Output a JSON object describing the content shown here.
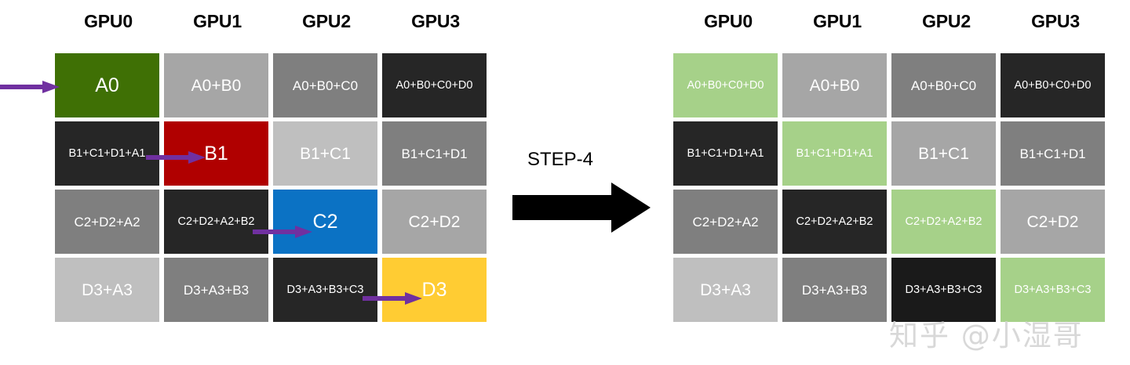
{
  "diagram": {
    "title": "Ring All-Reduce STEP-4",
    "step_label": "STEP-4",
    "watermark": "知乎 @小湿哥",
    "colors": {
      "green_source": "#3F7005",
      "red_source": "#B00000",
      "blue_source": "#0B72C4",
      "yellow_source": "#FFCC33",
      "light_green": "#A6D189",
      "gray_light": "#BFBFBF",
      "gray_mid": "#A6A6A6",
      "gray_dark": "#7F7F7F",
      "black": "#262626",
      "purple_arrow": "#7030A0",
      "black_arrow": "#000000",
      "text_white": "#FFFFFF",
      "text_black": "#000000"
    },
    "headers": [
      "GPU0",
      "GPU1",
      "GPU2",
      "GPU3"
    ]
  },
  "left_grid": {
    "name": "before-step-4",
    "headers": [
      "GPU0",
      "GPU1",
      "GPU2",
      "GPU3"
    ],
    "rows": [
      {
        "cells": [
          {
            "text": "A0",
            "bg": "#3F7005",
            "fg": "#FFFFFF",
            "size": "t-big"
          },
          {
            "text": "A0+B0",
            "bg": "#A6A6A6",
            "fg": "#FFFFFF",
            "size": "t-mid"
          },
          {
            "text": "A0+B0+C0",
            "bg": "#7F7F7F",
            "fg": "#FFFFFF",
            "size": "t-small"
          },
          {
            "text": "A0+B0+C0+D0",
            "bg": "#262626",
            "fg": "#FFFFFF",
            "size": "t-tiny"
          }
        ]
      },
      {
        "cells": [
          {
            "text": "B1+C1+D1+A1",
            "bg": "#262626",
            "fg": "#FFFFFF",
            "size": "t-tiny"
          },
          {
            "text": "B1",
            "bg": "#B00000",
            "fg": "#FFFFFF",
            "size": "t-big"
          },
          {
            "text": "B1+C1",
            "bg": "#BFBFBF",
            "fg": "#FFFFFF",
            "size": "t-mid"
          },
          {
            "text": "B1+C1+D1",
            "bg": "#7F7F7F",
            "fg": "#FFFFFF",
            "size": "t-small"
          }
        ]
      },
      {
        "cells": [
          {
            "text": "C2+D2+A2",
            "bg": "#7F7F7F",
            "fg": "#FFFFFF",
            "size": "t-small"
          },
          {
            "text": "C2+D2+A2+B2",
            "bg": "#262626",
            "fg": "#FFFFFF",
            "size": "t-tiny"
          },
          {
            "text": "C2",
            "bg": "#0B72C4",
            "fg": "#FFFFFF",
            "size": "t-big"
          },
          {
            "text": "C2+D2",
            "bg": "#A6A6A6",
            "fg": "#FFFFFF",
            "size": "t-mid"
          }
        ]
      },
      {
        "cells": [
          {
            "text": "D3+A3",
            "bg": "#BFBFBF",
            "fg": "#FFFFFF",
            "size": "t-mid"
          },
          {
            "text": "D3+A3+B3",
            "bg": "#7F7F7F",
            "fg": "#FFFFFF",
            "size": "t-small"
          },
          {
            "text": "D3+A3+B3+C3",
            "bg": "#262626",
            "fg": "#FFFFFF",
            "size": "t-tiny"
          },
          {
            "text": "D3",
            "bg": "#FFCC33",
            "fg": "#FFFFFF",
            "size": "t-big"
          }
        ]
      }
    ]
  },
  "right_grid": {
    "name": "after-step-4",
    "headers": [
      "GPU0",
      "GPU1",
      "GPU2",
      "GPU3"
    ],
    "rows": [
      {
        "cells": [
          {
            "text": "A0+B0+C0+D0",
            "bg": "#A6D189",
            "fg": "#FFFFFF",
            "size": "t-tiny"
          },
          {
            "text": "A0+B0",
            "bg": "#A6A6A6",
            "fg": "#FFFFFF",
            "size": "t-mid"
          },
          {
            "text": "A0+B0+C0",
            "bg": "#7F7F7F",
            "fg": "#FFFFFF",
            "size": "t-small"
          },
          {
            "text": "A0+B0+C0+D0",
            "bg": "#262626",
            "fg": "#FFFFFF",
            "size": "t-tiny"
          }
        ]
      },
      {
        "cells": [
          {
            "text": "B1+C1+D1+A1",
            "bg": "#262626",
            "fg": "#FFFFFF",
            "size": "t-tiny"
          },
          {
            "text": "B1+C1+D1+A1",
            "bg": "#A6D189",
            "fg": "#FFFFFF",
            "size": "t-tiny"
          },
          {
            "text": "B1+C1",
            "bg": "#A6A6A6",
            "fg": "#FFFFFF",
            "size": "t-mid"
          },
          {
            "text": "B1+C1+D1",
            "bg": "#7F7F7F",
            "fg": "#FFFFFF",
            "size": "t-small"
          }
        ]
      },
      {
        "cells": [
          {
            "text": "C2+D2+A2",
            "bg": "#7F7F7F",
            "fg": "#FFFFFF",
            "size": "t-small"
          },
          {
            "text": "C2+D2+A2+B2",
            "bg": "#262626",
            "fg": "#FFFFFF",
            "size": "t-tiny"
          },
          {
            "text": "C2+D2+A2+B2",
            "bg": "#A6D189",
            "fg": "#FFFFFF",
            "size": "t-tiny"
          },
          {
            "text": "C2+D2",
            "bg": "#A6A6A6",
            "fg": "#FFFFFF",
            "size": "t-mid"
          }
        ]
      },
      {
        "cells": [
          {
            "text": "D3+A3",
            "bg": "#BFBFBF",
            "fg": "#FFFFFF",
            "size": "t-mid"
          },
          {
            "text": "D3+A3+B3",
            "bg": "#7F7F7F",
            "fg": "#FFFFFF",
            "size": "t-small"
          },
          {
            "text": "D3+A3+B3+C3",
            "bg": "#1A1A1A",
            "fg": "#FFFFFF",
            "size": "t-tiny"
          },
          {
            "text": "D3+A3+B3+C3",
            "bg": "#A6D189",
            "fg": "#FFFFFF",
            "size": "t-tiny"
          }
        ]
      }
    ]
  },
  "arrows": {
    "purple": [
      {
        "name": "arrow-into-gpu0-row1"
      },
      {
        "name": "arrow-gpu0-to-gpu1-row2"
      },
      {
        "name": "arrow-gpu1-to-gpu2-row3"
      },
      {
        "name": "arrow-gpu2-to-gpu3-row4"
      }
    ],
    "black_step": {
      "name": "step-arrow"
    }
  }
}
